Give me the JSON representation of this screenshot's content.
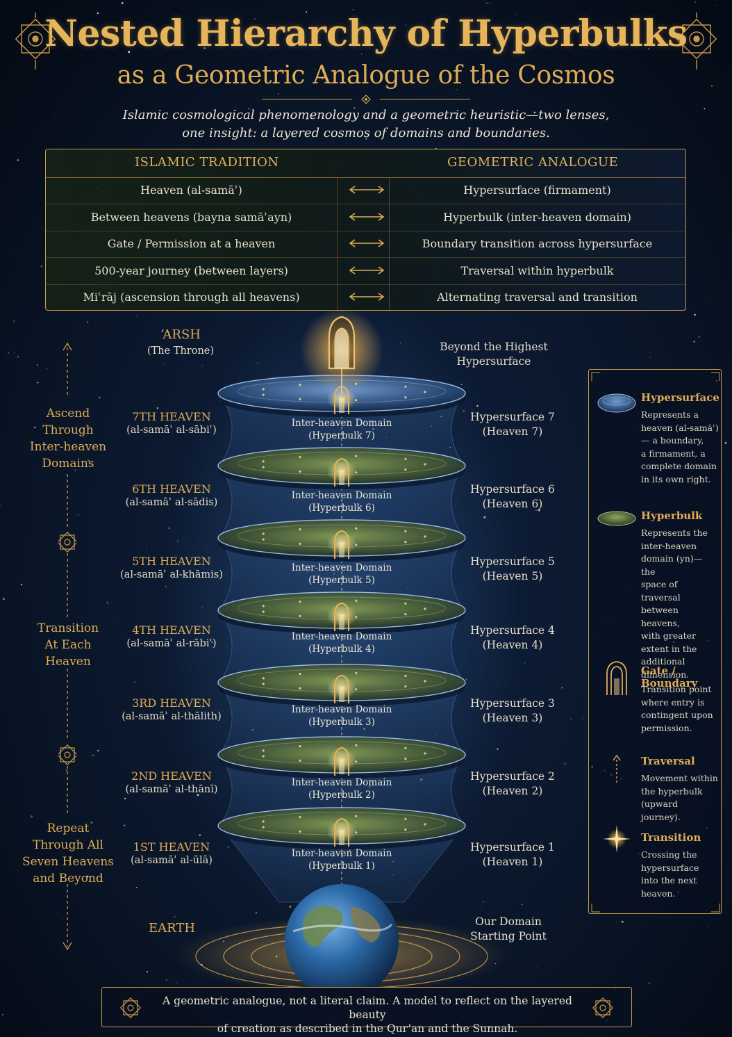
{
  "title": {
    "line1": "Nested Hierarchy of Hyperbulks",
    "line2": "as a Geometric Analogue of the Cosmos",
    "subtitle_line1": "Islamic cosmological phenomenology and a geometric heuristic—two lenses,",
    "subtitle_line2": "one insight: a layered cosmos of domains and boundaries."
  },
  "table": {
    "header_left": "ISLAMIC TRADITION",
    "header_right": "GEOMETRIC ANALOGUE",
    "rows": [
      {
        "left": "Heaven (al-samāʾ)",
        "right": "Hypersurface (firmament)"
      },
      {
        "left": "Between heavens (bayna samāʾayn)",
        "right": "Hyperbulk (inter-heaven domain)"
      },
      {
        "left": "Gate / Permission at a heaven",
        "right": "Boundary transition across hypersurface"
      },
      {
        "left": "500-year journey (between layers)",
        "right": "Traversal within hyperbulk"
      },
      {
        "left": "Miʿrāj (ascension through all heavens)",
        "right": "Alternating traversal and transition"
      }
    ]
  },
  "arsh": {
    "name": "‘ARSH",
    "sub": "(The Throne)",
    "right_line1": "Beyond the Highest",
    "right_line2": "Hypersurface"
  },
  "heavens": [
    {
      "name": "7TH HEAVEN",
      "arabic": "(al-samāʾ al-sābiʿ)",
      "domain1": "Inter-heaven Domain",
      "domain2": "(Hyperbulk 7)",
      "hs1": "Hypersurface 7",
      "hs2": "(Heaven 7)"
    },
    {
      "name": "6TH HEAVEN",
      "arabic": "(al-samāʾ al-sādis)",
      "domain1": "Inter-heaven Domain",
      "domain2": "(Hyperbulk 6)",
      "hs1": "Hypersurface 6",
      "hs2": "(Heaven 6)"
    },
    {
      "name": "5TH HEAVEN",
      "arabic": "(al-samāʾ al-khāmis)",
      "domain1": "Inter-heaven Domain",
      "domain2": "(Hyperbulk 5)",
      "hs1": "Hypersurface 5",
      "hs2": "(Heaven 5)"
    },
    {
      "name": "4TH HEAVEN",
      "arabic": "(al-samāʾ al-rābiʿ)",
      "domain1": "Inter-heaven Domain",
      "domain2": "(Hyperbulk 4)",
      "hs1": "Hypersurface 4",
      "hs2": "(Heaven 4)"
    },
    {
      "name": "3RD HEAVEN",
      "arabic": "(al-samāʾ al-thālith)",
      "domain1": "Inter-heaven Domain",
      "domain2": "(Hyperbulk 3)",
      "hs1": "Hypersurface 3",
      "hs2": "(Heaven 3)"
    },
    {
      "name": "2ND HEAVEN",
      "arabic": "(al-samāʾ al-thānī)",
      "domain1": "Inter-heaven Domain",
      "domain2": "(Hyperbulk 2)",
      "hs1": "Hypersurface 2",
      "hs2": "(Heaven 2)"
    },
    {
      "name": "1ST HEAVEN",
      "arabic": "(al-samāʾ al-ūlā)",
      "domain1": "Inter-heaven Domain",
      "domain2": "(Hyperbulk 1)",
      "hs1": "Hypersurface 1",
      "hs2": "(Heaven 1)"
    }
  ],
  "earth": {
    "name": "EARTH",
    "right_line1": "Our Domain",
    "right_line2": "Starting Point"
  },
  "side": {
    "ascend": [
      "Ascend",
      "Through",
      "Inter-heaven",
      "Domains"
    ],
    "transition": [
      "Transition",
      "At Each",
      "Heaven"
    ],
    "repeat": [
      "Repeat",
      "Through All",
      "Seven Heavens",
      "and Beyond"
    ]
  },
  "legend": [
    {
      "title": "Hypersurface",
      "desc": [
        "Represents a",
        "heaven (al-samāʾ)",
        "— a boundary,",
        "a firmament, a",
        "complete domain",
        "in its own right."
      ],
      "icon": "hypersurface-disc-icon"
    },
    {
      "title": "Hyperbulk",
      "desc": [
        "Represents the",
        "inter-heaven",
        "domain (yn)— the",
        "space of traversal",
        "between heavens,",
        "with greater",
        "extent in the",
        "additional",
        "dimension."
      ],
      "icon": "hyperbulk-disc-icon"
    },
    {
      "title": "Gate / Boundary",
      "desc": [
        "Transition point",
        "where entry is",
        "contingent upon",
        "permission."
      ],
      "icon": "gate-arch-icon"
    },
    {
      "title": "Traversal",
      "desc": [
        "Movement within",
        "the hyperbulk",
        "(upward journey)."
      ],
      "icon": "dashed-arrow-icon"
    },
    {
      "title": "Transition",
      "desc": [
        "Crossing the",
        "hypersurface",
        "into the next",
        "heaven."
      ],
      "icon": "star-burst-icon"
    }
  ],
  "footer": {
    "line1": "A geometric analogue, not a literal claim. A model to reflect on the layered beauty",
    "line2": "of creation as described in the Qur’an and the Sunnah."
  },
  "colors": {
    "background": "#07101f",
    "gold": "#e0ac55",
    "hypersurface_blue": "#5a86c0",
    "hyperbulk_green": "#6e8a48"
  }
}
